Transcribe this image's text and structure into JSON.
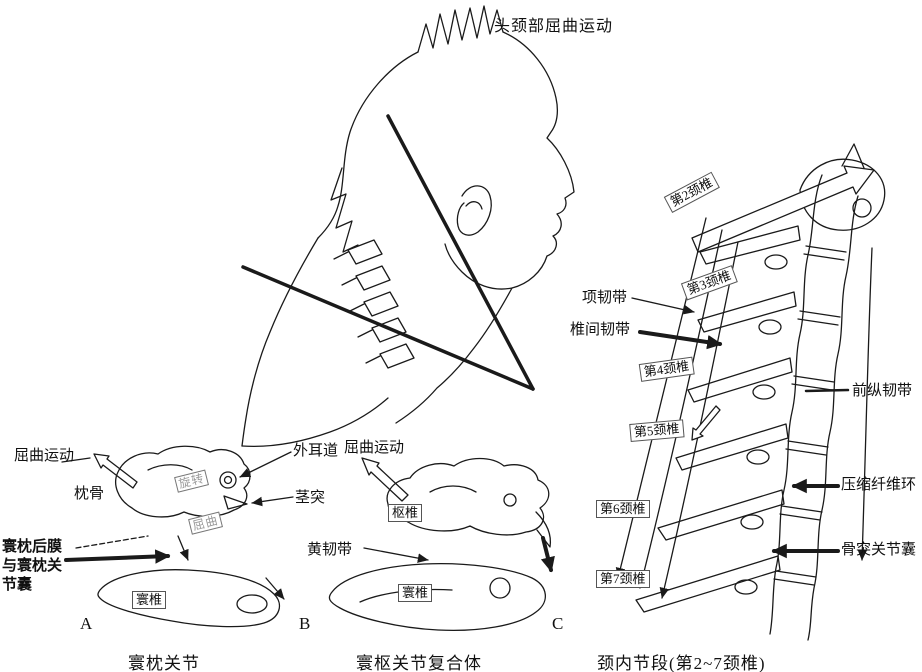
{
  "figure": {
    "title": "头颈部屈曲运动",
    "ink_color": "#1a1a1a",
    "background": "#ffffff"
  },
  "panel_a": {
    "letter": "A",
    "caption": "寰枕关节",
    "labels": {
      "flexion": "屈曲运动",
      "external_ear_canal": "外耳道",
      "occipital_bone": "枕骨",
      "styloid_process": "茎突",
      "membrane_line1": "寰枕后膜",
      "membrane_line2": "与寰枕关",
      "membrane_line3": "节囊",
      "atlas": "寰椎",
      "rotation_tag": "旋转",
      "flexion_tag": "屈曲"
    }
  },
  "panel_b": {
    "letter": "B",
    "caption": "寰枢关节复合体",
    "labels": {
      "flexion": "屈曲运动",
      "axis": "枢椎",
      "ligamentum_flavum": "黄韧带",
      "atlas": "寰椎"
    }
  },
  "panel_c": {
    "letter": "C",
    "caption": "颈内节段(第2~7颈椎)",
    "labels": {
      "c2": "第2颈椎",
      "c3": "第3颈椎",
      "c4": "第4颈椎",
      "c5": "第5颈椎",
      "c6": "第6颈椎",
      "c7": "第7颈椎",
      "nuchal_ligament": "项韧带",
      "interspinous_ligament": "椎间韧带",
      "anterior_longitudinal_ligament": "前纵韧带",
      "compressed_annulus": "压缩纤维环",
      "facet_joint_capsule": "骨突关节囊"
    }
  }
}
